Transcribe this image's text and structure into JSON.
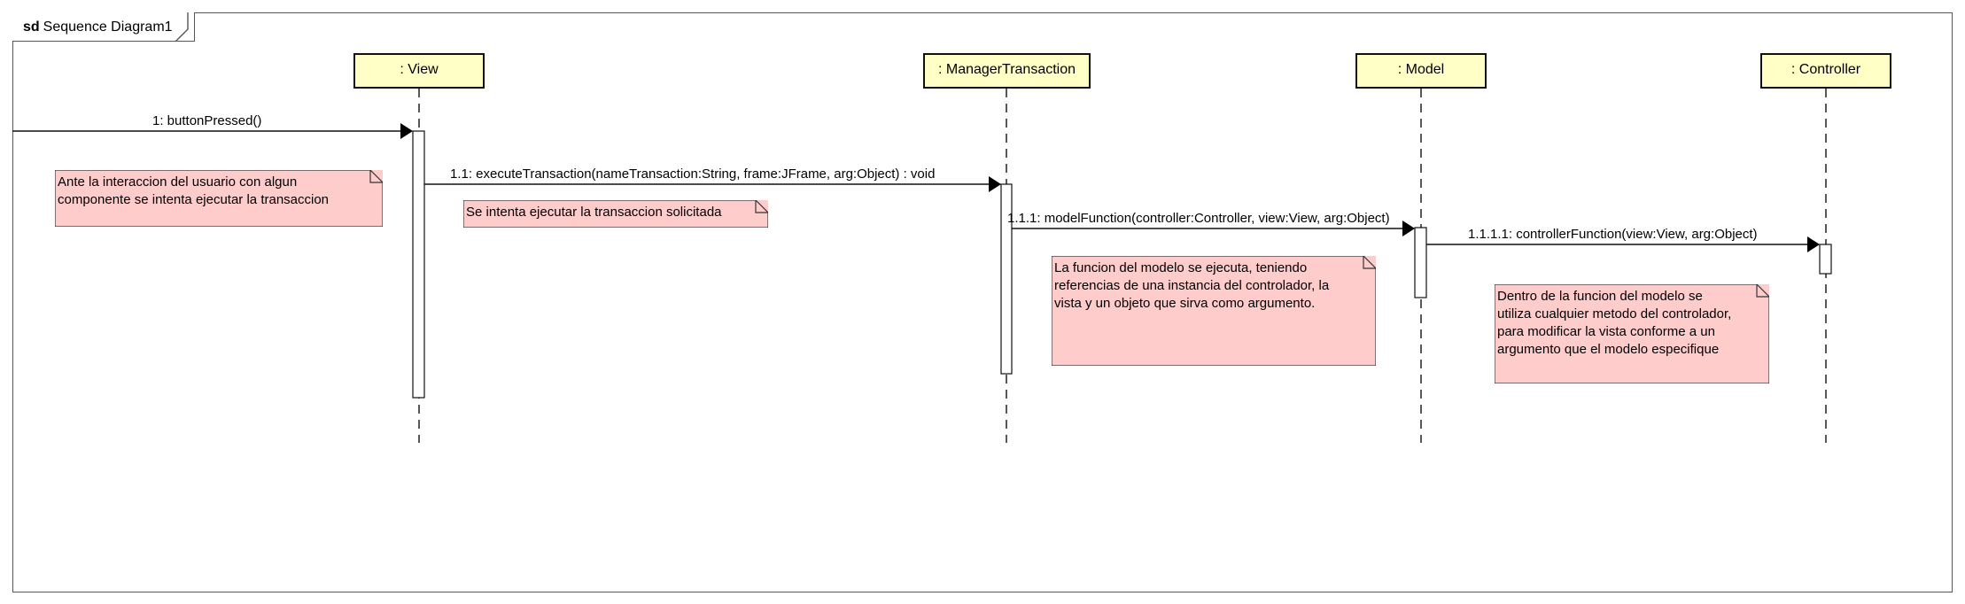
{
  "frame": {
    "keyword": "sd",
    "name": "Sequence Diagram1"
  },
  "lifelines": [
    {
      "label": ": View"
    },
    {
      "label": ": ManagerTransaction"
    },
    {
      "label": ": Model"
    },
    {
      "label": ": Controller"
    }
  ],
  "messages": [
    {
      "label": "1: buttonPressed()"
    },
    {
      "label": "1.1: executeTransaction(nameTransaction:String, frame:JFrame, arg:Object) : void"
    },
    {
      "label": "1.1.1: modelFunction(controller:Controller, view:View, arg:Object)"
    },
    {
      "label": "1.1.1.1: controllerFunction(view:View, arg:Object)"
    }
  ],
  "notes": [
    {
      "text": "Ante la interaccion del usuario con algun\ncomponente se intenta ejecutar la transaccion"
    },
    {
      "text": "Se intenta ejecutar la transaccion solicitada"
    },
    {
      "text": "La funcion del modelo se ejecuta, teniendo\nreferencias de una instancia del controlador, la\nvista y un objeto que sirva como argumento."
    },
    {
      "text": "Dentro de la funcion del modelo se\nutiliza cualquier metodo del controlador,\npara modificar la vista conforme a un\nargumento que el modelo especifique"
    }
  ],
  "colors": {
    "lifeline_head_fill": "#ffffc6",
    "note_fill": "#ffcccc",
    "activation_fill": "#ffffff",
    "line": "#111111"
  }
}
